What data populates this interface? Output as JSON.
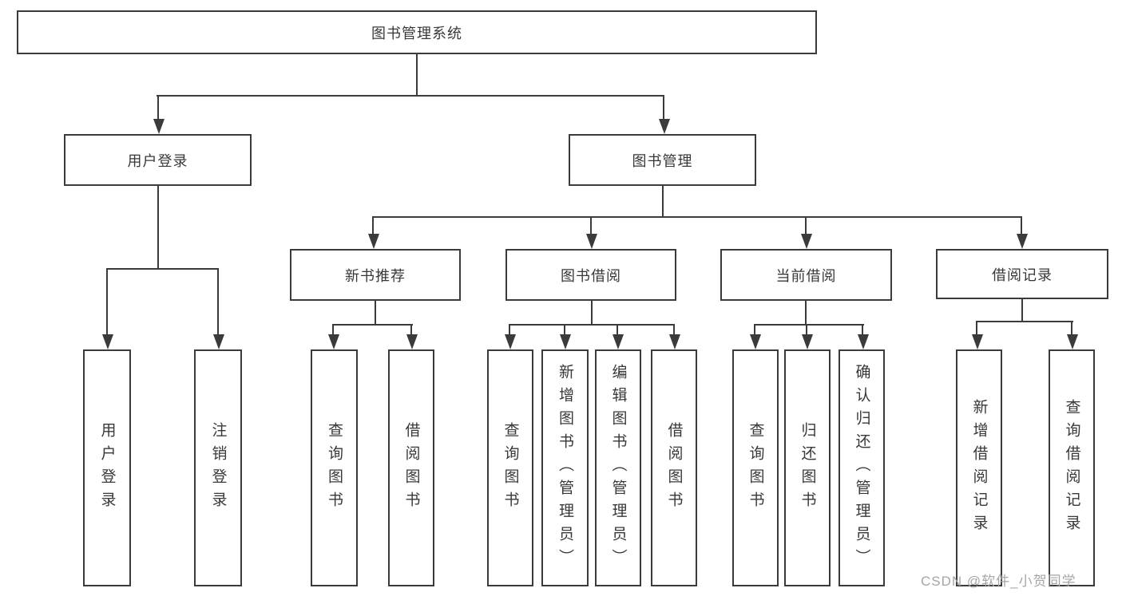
{
  "diagram_type": "hierarchy-tree",
  "colors": {
    "line": "#3b3b3b",
    "text": "#383838",
    "background": "#ffffff",
    "watermark": "#a6a6a6"
  },
  "watermark": {
    "text": "CSDN @软件_小贺同学"
  },
  "tree": {
    "label": "图书管理系统",
    "children": [
      {
        "label": "用户登录",
        "children": [
          {
            "label": "用户登录"
          },
          {
            "label": "注销登录"
          }
        ]
      },
      {
        "label": "图书管理",
        "children": [
          {
            "label": "新书推荐",
            "children": [
              {
                "label": "查询图书"
              },
              {
                "label": "借阅图书"
              }
            ]
          },
          {
            "label": "图书借阅",
            "children": [
              {
                "label": "查询图书"
              },
              {
                "label": "新增图书（管理员）"
              },
              {
                "label": "编辑图书（管理员）"
              },
              {
                "label": "借阅图书"
              }
            ]
          },
          {
            "label": "当前借阅",
            "children": [
              {
                "label": "查询图书"
              },
              {
                "label": "归还图书"
              },
              {
                "label": "确认归还（管理员）"
              }
            ]
          },
          {
            "label": "借阅记录",
            "children": [
              {
                "label": "新增借阅记录"
              },
              {
                "label": "查询借阅记录"
              }
            ]
          }
        ]
      }
    ]
  }
}
